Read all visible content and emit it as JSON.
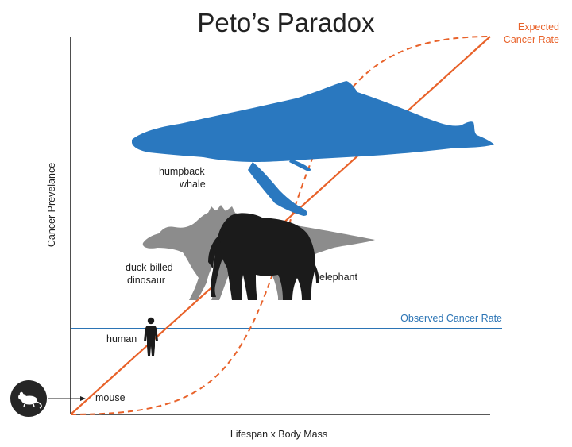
{
  "title": "Peto’s Paradox",
  "axes": {
    "y_label": "Cancer Prevelance",
    "x_label": "Lifespan x Body Mass"
  },
  "lines": {
    "expected_line1": "Expected",
    "expected_line2": "Cancer Rate",
    "observed": "Observed Cancer Rate"
  },
  "animals": {
    "whale_line1": "humpback",
    "whale_line2": "whale",
    "dino_line1": "duck-billed",
    "dino_line2": "dinosaur",
    "elephant": "elephant",
    "human": "human",
    "mouse": "mouse"
  },
  "colors": {
    "expected": "#e8622a",
    "observed": "#2b74b5",
    "whale": "#2a78bf",
    "dinosaur": "#8c8c8c",
    "elephant": "#1b1b1b",
    "axis": "#222222"
  },
  "icons": {
    "whale": "humpback-whale-silhouette",
    "dinosaur": "duck-billed-dinosaur-silhouette",
    "elephant": "elephant-silhouette",
    "human": "human-silhouette",
    "mouse": "mouse-icon"
  }
}
